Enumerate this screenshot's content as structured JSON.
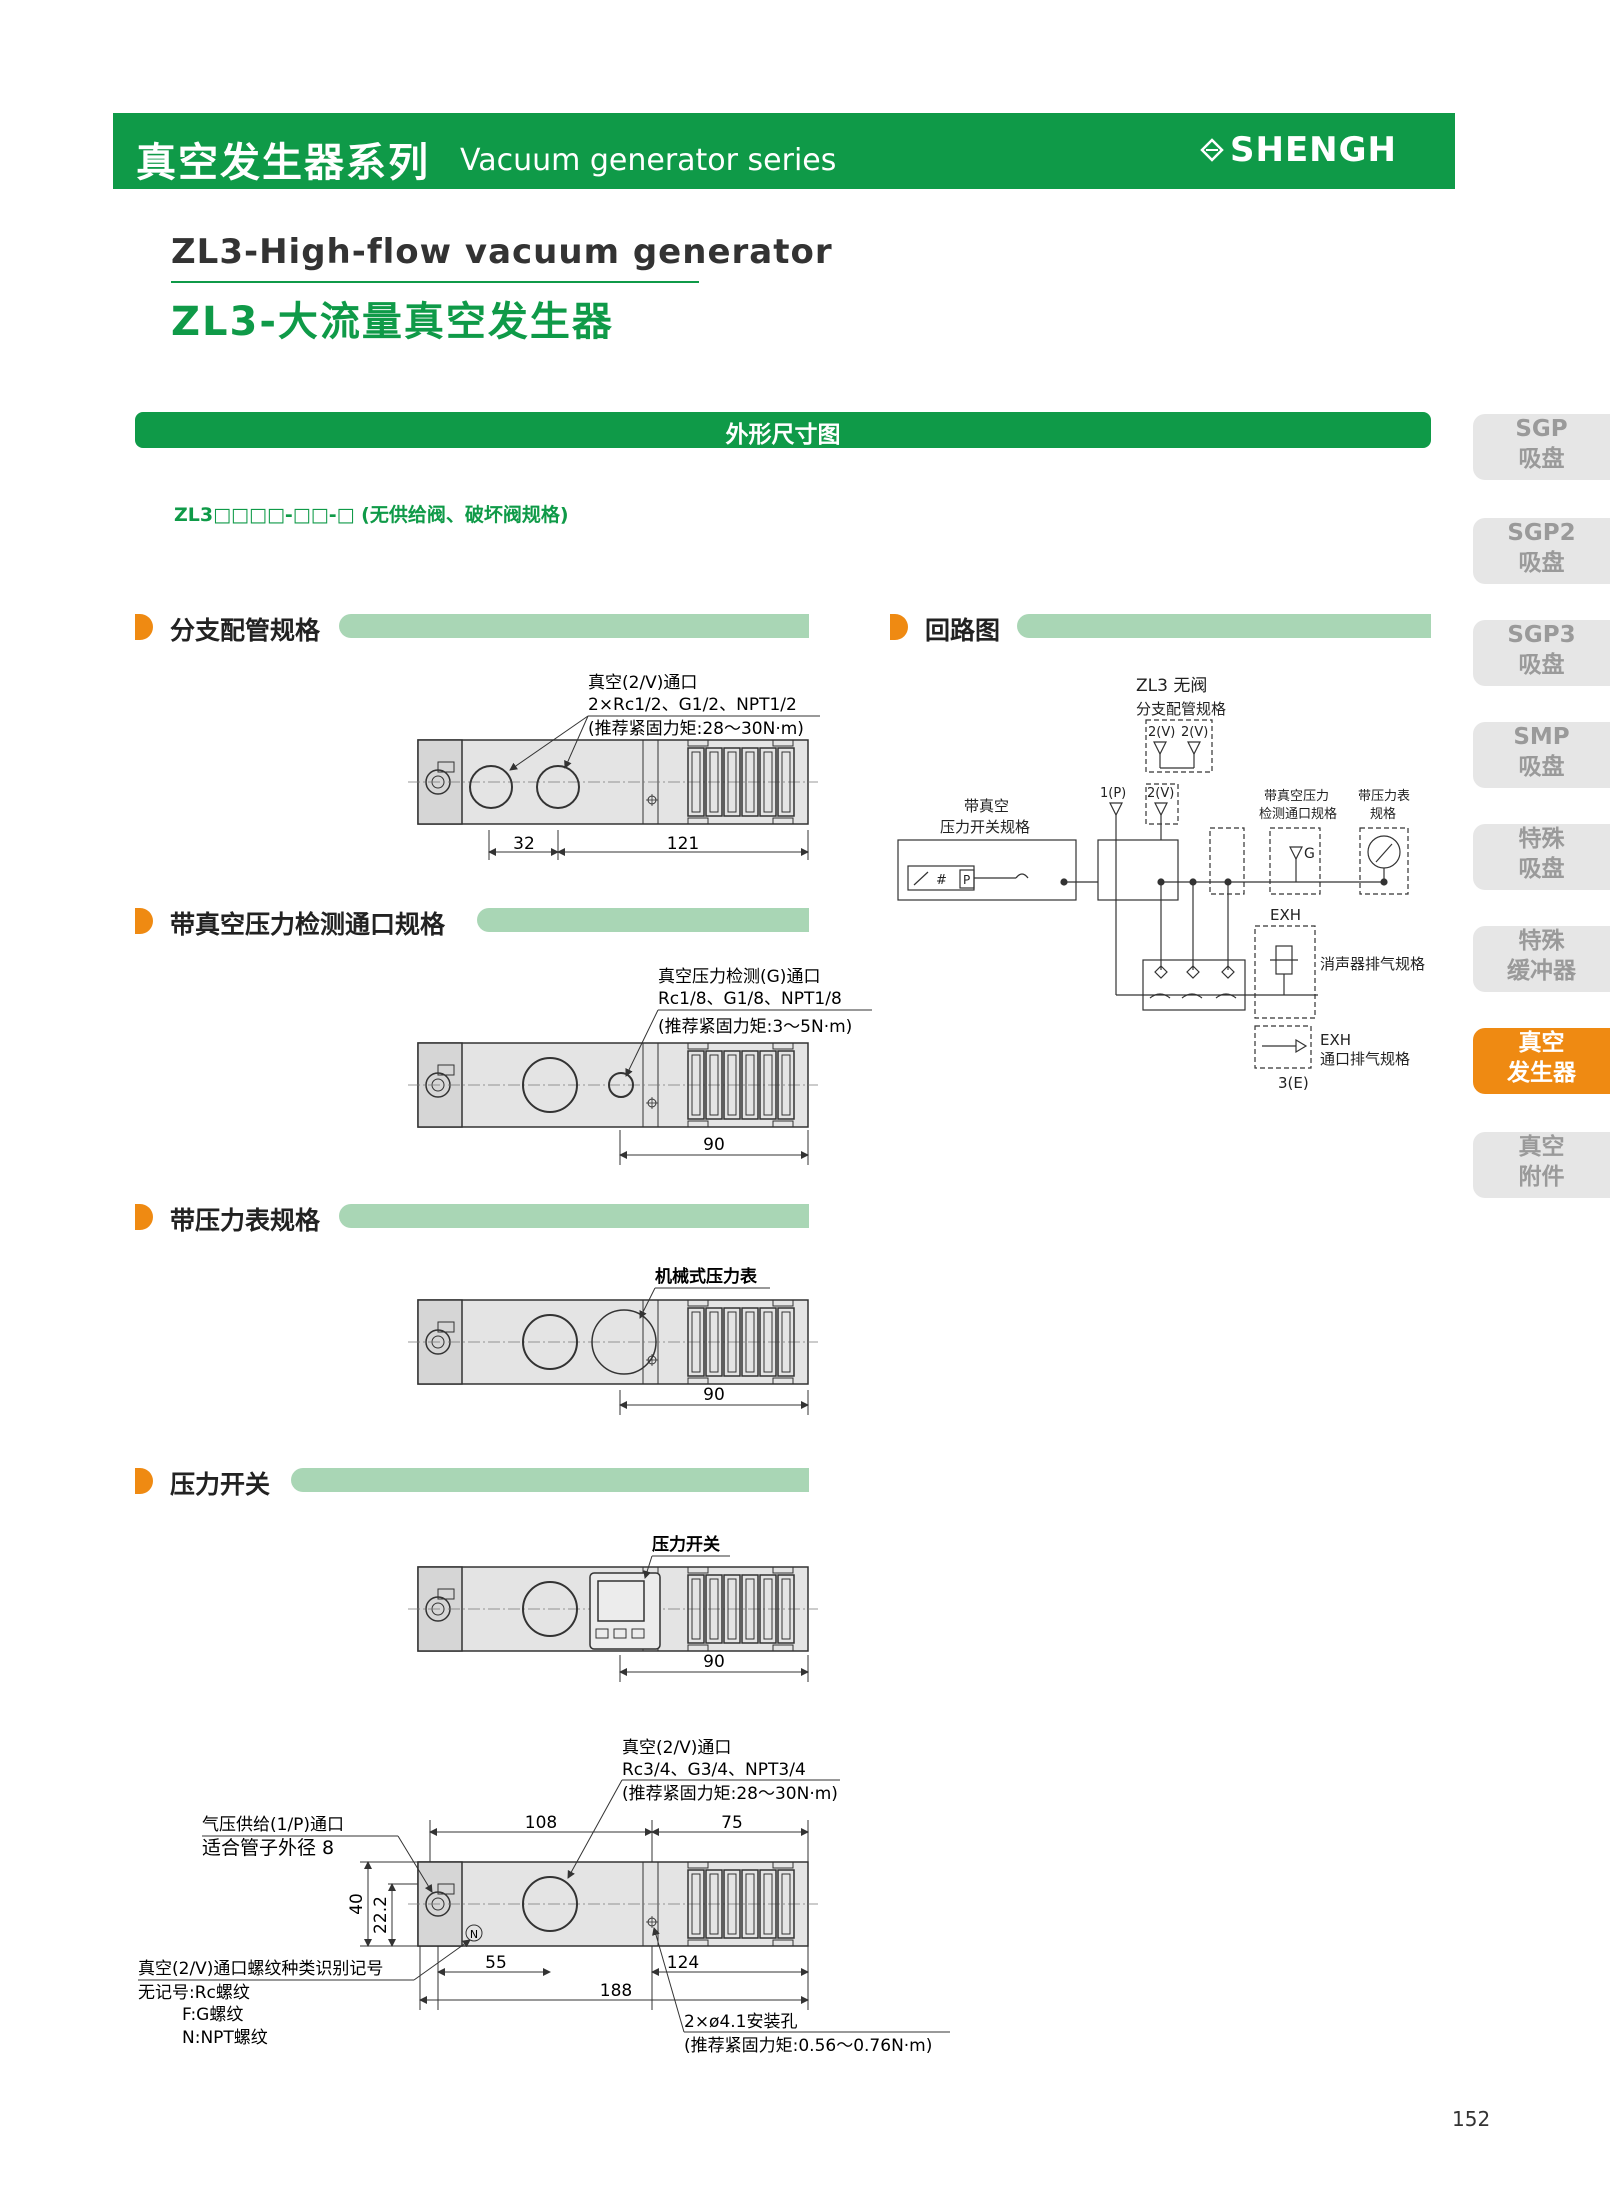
{
  "header": {
    "series_cn": "真空发生器系列",
    "series_en": "Vacuum generator series",
    "brand": "SHENGH"
  },
  "title": {
    "en": "ZL3-High-flow vacuum generator",
    "cn": "ZL3-大流量真空发生器"
  },
  "section": {
    "label": "外形尺寸图"
  },
  "model": "ZL3□□□□-□□-□ (无供给阀、破坏阀规格)",
  "subsections": {
    "branch": "分支配管规格",
    "circuit": "回路图",
    "vacuum_port": "带真空压力检测通口规格",
    "gauge": "带压力表规格",
    "switch": "压力开关"
  },
  "diagram1": {
    "callout": [
      "真空(2/V)通口",
      "2×Rc1/2、G1/2、NPT1/2",
      "(推荐紧固力矩:28～30N·m)"
    ],
    "dims": [
      "32",
      "121"
    ]
  },
  "diagram2": {
    "callout": [
      "真空压力检测(G)通口",
      "Rc1/8、G1/8、NPT1/8",
      "(推荐紧固力矩:3～5N·m)"
    ],
    "dims": [
      "90"
    ]
  },
  "diagram3": {
    "callout": "机械式压力表",
    "dims": [
      "90"
    ]
  },
  "diagram4": {
    "callout": "压力开关",
    "dims": [
      "90"
    ]
  },
  "diagram5": {
    "vac_callout": [
      "真空(2/V)通口",
      "Rc3/4、G3/4、NPT3/4",
      "(推荐紧固力矩:28～30N·m)"
    ],
    "supply_callout": [
      "气压供给(1/P)通口",
      "适合管子外径 8"
    ],
    "thread_callout": [
      "真空(2/V)通口螺纹种类识别记号",
      "无记号:Rc螺纹",
      "F:G螺纹",
      "N:NPT螺纹"
    ],
    "hole_callout": [
      "2×ø4.1安装孔",
      "(推荐紧固力矩:0.56～0.76N·m)"
    ],
    "dims": [
      "108",
      "75",
      "40",
      "22.2",
      "55",
      "124",
      "188"
    ],
    "mark": "N"
  },
  "circuit": {
    "title": "ZL3 无阀",
    "branch": "分支配管规格",
    "port_v": "2(V)",
    "port_p": "1(P)",
    "vac_switch": [
      "带真空",
      "压力开关规格"
    ],
    "detect": [
      "带真空压力",
      "检测通口规格"
    ],
    "gauge": [
      "带压力表",
      "规格"
    ],
    "g": "G",
    "exh": "EXH",
    "muffler": "消声器排气规格",
    "exh_port": [
      "EXH",
      "通口排气规格"
    ],
    "port_e": "3(E)",
    "p_mark": "P",
    "hash": "#"
  },
  "side_tabs": [
    [
      "SGP",
      "吸盘"
    ],
    [
      "SGP2",
      "吸盘"
    ],
    [
      "SGP3",
      "吸盘"
    ],
    [
      "SMP",
      "吸盘"
    ],
    [
      "特殊",
      "吸盘"
    ],
    [
      "特殊",
      "缓冲器"
    ],
    [
      "真空",
      "发生器"
    ],
    [
      "真空",
      "附件"
    ]
  ],
  "page_number": "152",
  "colors": {
    "green": "#0f9a48",
    "orange": "#ef8a12",
    "light_green": "#a9d6b5",
    "tab_gray": "#e6e6e6"
  }
}
